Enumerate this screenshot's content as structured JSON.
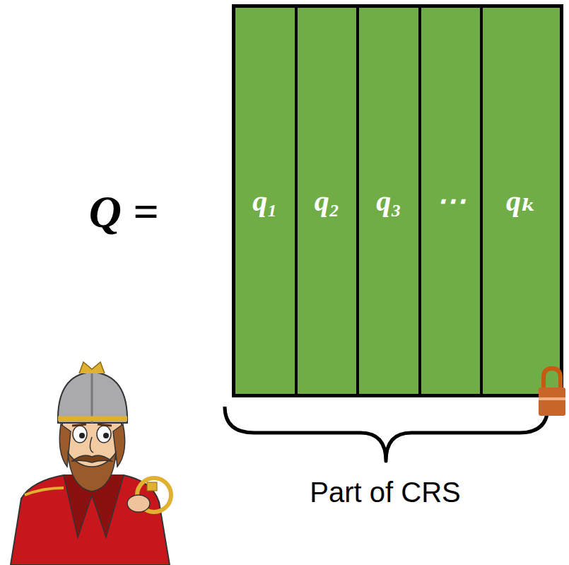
{
  "diagram": {
    "nodes": [
      {
        "text": [
          "q₁"
        ]
      },
      {
        "text": [
          "q₂"
        ]
      },
      {
        "text": [
          "q₃"
        ]
      },
      {
        "text": [
          "⋯"
        ]
      },
      {
        "text": [
          "qₖ"
        ]
      }
    ],
    "labels": [
      "Q =",
      "Part of CRS"
    ]
  }
}
